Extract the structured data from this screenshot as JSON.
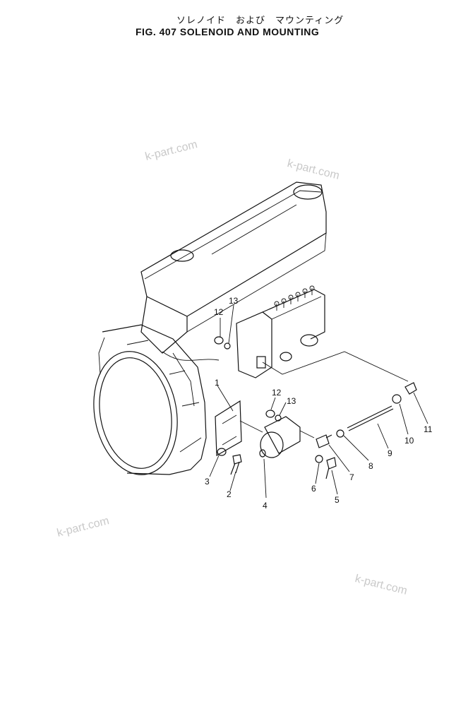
{
  "title": {
    "japanese": "ソレノイド　および　マウンティング",
    "english": "FIG. 407  SOLENOID AND MOUNTING"
  },
  "watermark": "k-part.com",
  "callouts": [
    "1",
    "2",
    "3",
    "4",
    "5",
    "6",
    "7",
    "8",
    "9",
    "10",
    "11",
    "12",
    "13",
    "12",
    "13"
  ]
}
